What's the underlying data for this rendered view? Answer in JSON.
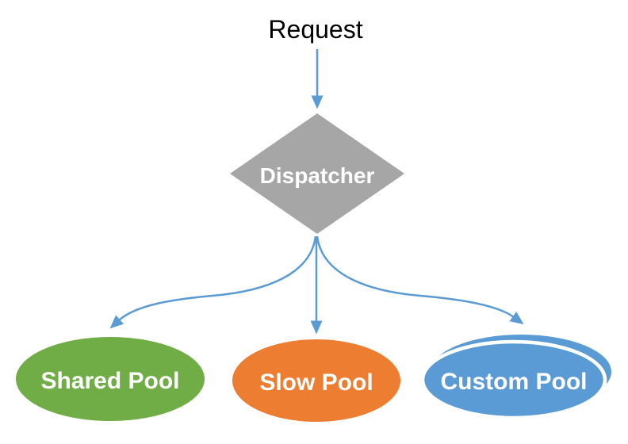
{
  "diagram": {
    "request": {
      "label": "Request"
    },
    "dispatcher": {
      "label": "Dispatcher",
      "fill": "#A6A6A6"
    },
    "pools": [
      {
        "label": "Shared Pool",
        "color": "#70AD47"
      },
      {
        "label": "Slow Pool",
        "color": "#ED7D31"
      },
      {
        "label": "Custom Pool",
        "color": "#5B9BD5"
      }
    ],
    "colors": {
      "arrow": "#5B9BD5",
      "node_text": "#FFFFFF",
      "request_text": "#000000",
      "background": "#FFFFFF"
    }
  }
}
